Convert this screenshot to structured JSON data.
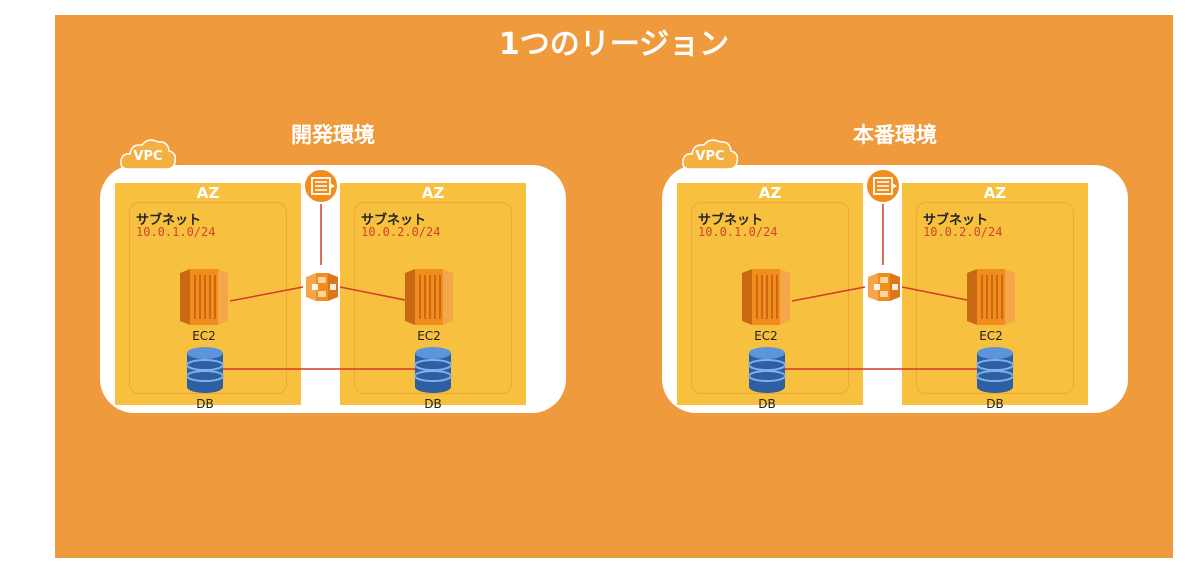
{
  "region": {
    "title": "1つのリージョン"
  },
  "environments": [
    {
      "title": "開発環境",
      "vpc_label": "VPC",
      "azs": [
        {
          "label": "AZ",
          "subnet": {
            "title": "サブネット",
            "cidr": "10.0.1.0/24"
          },
          "ec2_label": "EC2",
          "db_label": "DB"
        },
        {
          "label": "AZ",
          "subnet": {
            "title": "サブネット",
            "cidr": "10.0.2.0/24"
          },
          "ec2_label": "EC2",
          "db_label": "DB"
        }
      ]
    },
    {
      "title": "本番環境",
      "vpc_label": "VPC",
      "azs": [
        {
          "label": "AZ",
          "subnet": {
            "title": "サブネット",
            "cidr": "10.0.1.0/24"
          },
          "ec2_label": "EC2",
          "db_label": "DB"
        },
        {
          "label": "AZ",
          "subnet": {
            "title": "サブネット",
            "cidr": "10.0.2.0/24"
          },
          "ec2_label": "EC2",
          "db_label": "DB"
        }
      ]
    }
  ],
  "icons": {
    "vpc": "cloud-icon",
    "internet_gateway": "internet-gateway-icon",
    "load_balancer": "load-balancer-icon",
    "ec2": "ec2-instance-icon",
    "db": "database-icon"
  },
  "colors": {
    "region_bg": "#EF9A3C",
    "az_bg": "#F7C13F",
    "ec2": "#F18D1C",
    "db": "#3E7BC6",
    "connector": "#D43A2A",
    "cidr_text": "#D0442B"
  }
}
